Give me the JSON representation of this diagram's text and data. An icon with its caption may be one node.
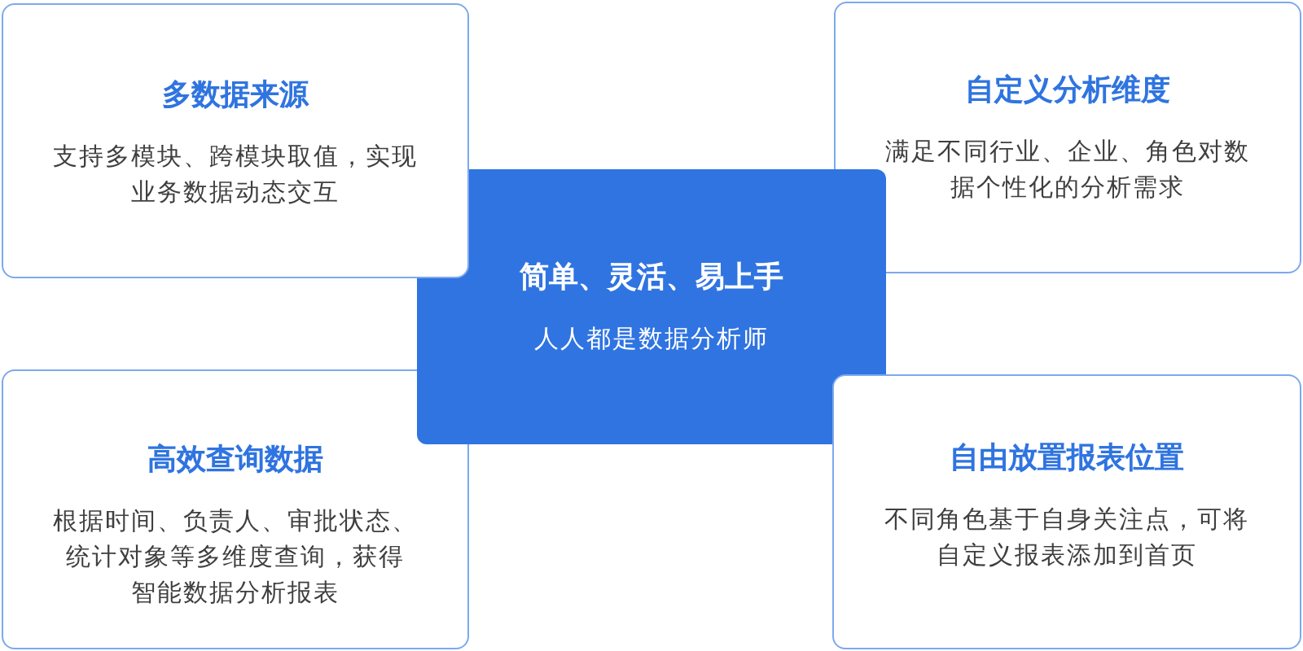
{
  "diagram": {
    "nodes": [
      {
        "text": [
          "多数据来源",
          "支持多模块、跨模块取值，实现业务数据动态交互"
        ]
      },
      {
        "text": [
          "自定义分析维度",
          "满足不同行业、企业、角色对数据个性化的分析需求"
        ]
      },
      {
        "text": [
          "简单、灵活、易上手",
          "人人都是数据分析师"
        ]
      },
      {
        "text": [
          "高效查询数据",
          "根据时间、负责人、审批状态、统计对象等多维度查询，获得智能数据分析报表"
        ]
      },
      {
        "text": [
          "自由放置报表位置",
          "不同角色基于自身关注点，可将自定义报表添加到首页"
        ]
      }
    ]
  }
}
